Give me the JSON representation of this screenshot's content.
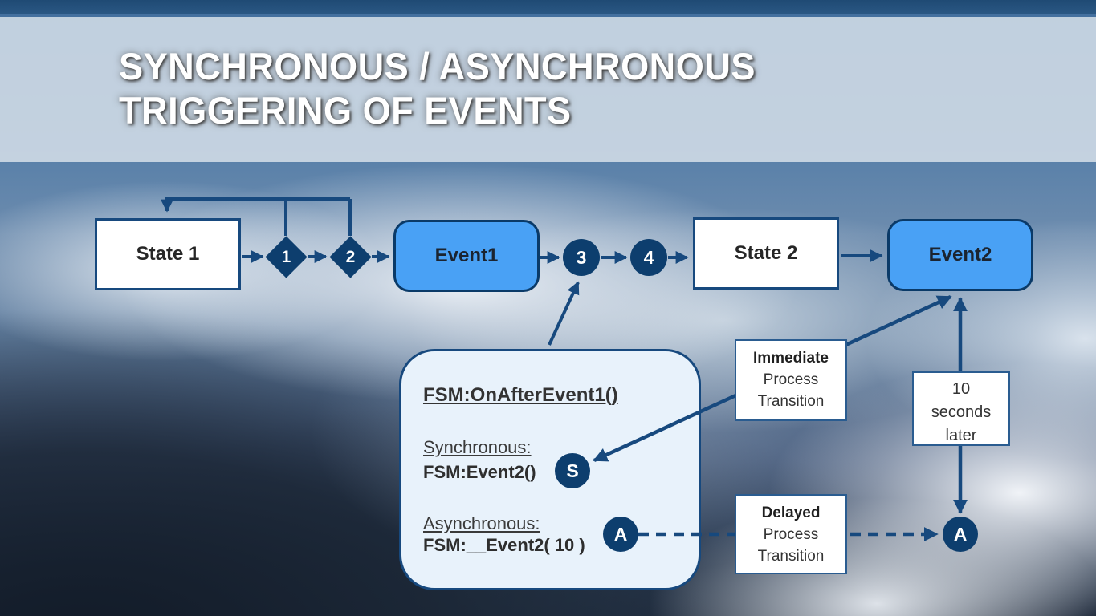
{
  "slide": {
    "title_line1": "SYNCHRONOUS / ASYNCHRONOUS",
    "title_line2": "TRIGGERING OF EVENTS"
  },
  "colors": {
    "top_bar": "#26547e",
    "title_band": "#d4dee7",
    "line_navy": "#17497e",
    "shape_navy": "#0d3e6e",
    "event_fill": "#49a1f5",
    "callout_fill": "#e8f2fb",
    "label_box_border": "#2a5c90",
    "title_text": "#ffffff"
  },
  "diagram": {
    "state1": "State 1",
    "diamond1": "1",
    "diamond2": "2",
    "event1": "Event1",
    "circle3": "3",
    "circle4": "4",
    "state2": "State 2",
    "event2": "Event2"
  },
  "markers": {
    "sync": "S",
    "async_source": "A",
    "async_target": "A"
  },
  "callout": {
    "heading": "FSM:OnAfterEvent1()",
    "sync_label": "Synchronous:",
    "sync_code": "FSM:Event2()",
    "async_label": "Asynchronous:",
    "async_code": "FSM:__Event2( 10 )"
  },
  "labels": {
    "immediate": {
      "line1": "Immediate",
      "line2": "Process",
      "line3": "Transition"
    },
    "delay": {
      "line1": "10",
      "line2": "seconds",
      "line3": "later"
    },
    "delayed": {
      "line1": "Delayed",
      "line2": "Process",
      "line3": "Transition"
    }
  }
}
